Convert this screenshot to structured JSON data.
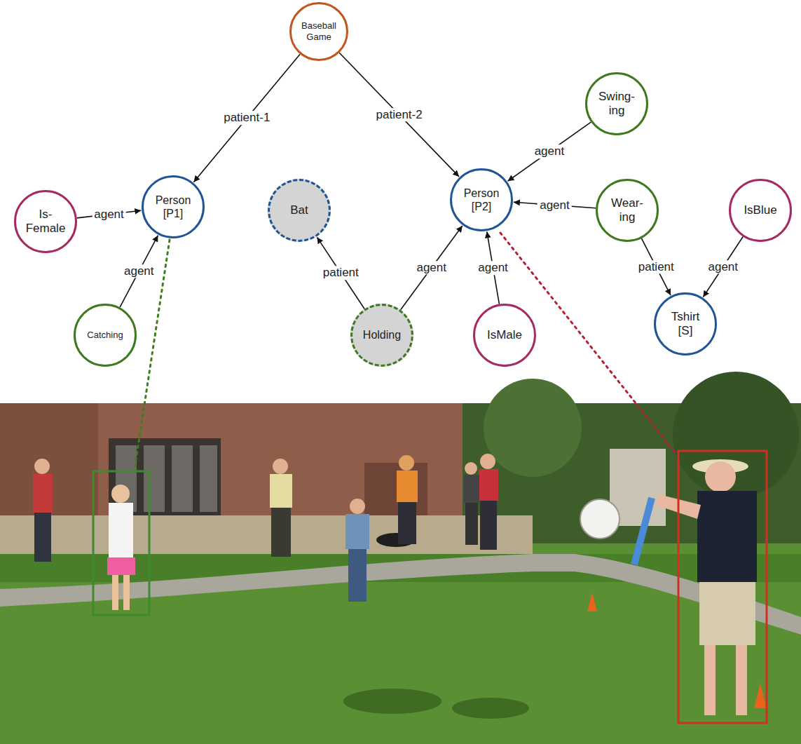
{
  "diagram": {
    "nodes": [
      {
        "text": [
          "Baseball Game"
        ]
      },
      {
        "text": [
          "Swing- ing"
        ]
      },
      {
        "text": [
          "Is- Female"
        ]
      },
      {
        "text": [
          "Person [P1]"
        ]
      },
      {
        "text": [
          "Bat"
        ]
      },
      {
        "text": [
          "Person [P2]"
        ]
      },
      {
        "text": [
          "Wear- ing"
        ]
      },
      {
        "text": [
          "IsBlue"
        ]
      },
      {
        "text": [
          "Catching"
        ]
      },
      {
        "text": [
          "Holding"
        ]
      },
      {
        "text": [
          "IsMale"
        ]
      },
      {
        "text": [
          "Tshirt [S]"
        ]
      }
    ],
    "edges": [
      {
        "from": 0,
        "to": 3,
        "label": "patient-1",
        "arrow": "to"
      },
      {
        "from": 0,
        "to": 5,
        "label": "patient-2",
        "arrow": "to"
      },
      {
        "from": 2,
        "to": 3,
        "label": "agent",
        "arrow": "to"
      },
      {
        "from": 8,
        "to": 3,
        "label": "agent",
        "arrow": "to"
      },
      {
        "from": 9,
        "to": 4,
        "label": "patient",
        "arrow": "to"
      },
      {
        "from": 9,
        "to": 5,
        "label": "agent",
        "arrow": "to"
      },
      {
        "from": 10,
        "to": 5,
        "label": "agent",
        "arrow": "to"
      },
      {
        "from": 1,
        "to": 5,
        "label": "agent",
        "arrow": "to"
      },
      {
        "from": 6,
        "to": 5,
        "label": "agent",
        "arrow": "to"
      },
      {
        "from": 6,
        "to": 11,
        "label": "patient",
        "arrow": "to"
      },
      {
        "from": 7,
        "to": 11,
        "label": "agent",
        "arrow": "to"
      }
    ]
  }
}
